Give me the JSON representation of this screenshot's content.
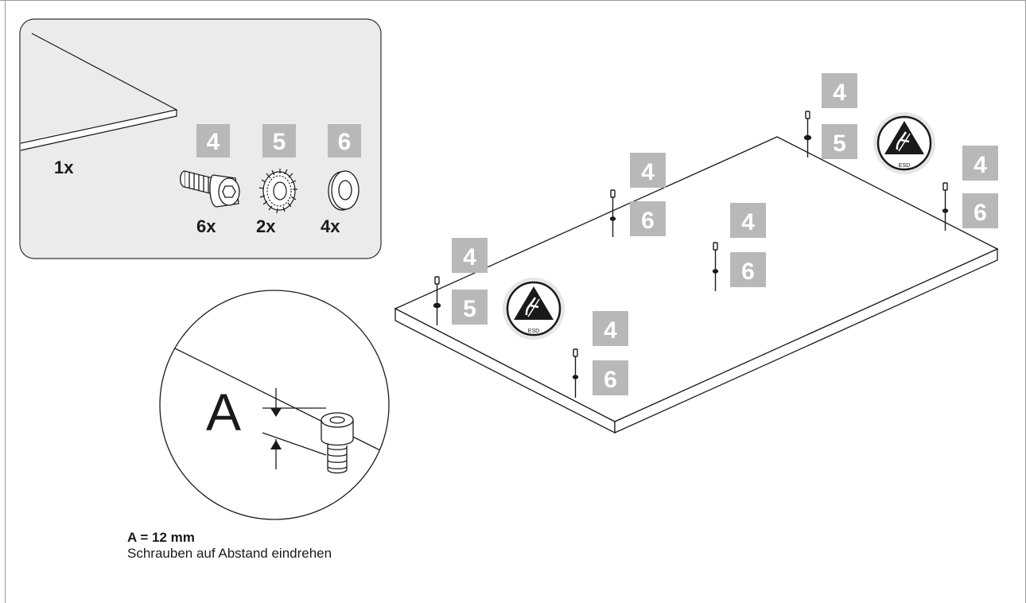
{
  "parts_box": {
    "panel_qty": "1x",
    "parts": [
      {
        "number": "4",
        "qty": "6x",
        "icon": "hex-socket-screw-icon"
      },
      {
        "number": "5",
        "qty": "2x",
        "icon": "serrated-lock-washer-icon"
      },
      {
        "number": "6",
        "qty": "4x",
        "icon": "flat-washer-icon"
      }
    ]
  },
  "callouts": {
    "c1": "4",
    "c2": "5",
    "c3": "4",
    "c4": "6",
    "c5": "4",
    "c6": "6",
    "c7": "4",
    "c8": "6",
    "c9": "4",
    "c10": "5",
    "c11": "4",
    "c12": "6"
  },
  "esd": {
    "label": "ESD",
    "icon": "esd-warning-icon"
  },
  "detail": {
    "letter": "A"
  },
  "caption": {
    "dimension": "A = 12 mm",
    "instruction": "Schrauben auf Abstand eindrehen"
  },
  "colors": {
    "badge": "#b8b8b8",
    "box_fill": "#ebebeb",
    "line": "#1a1a1a"
  }
}
